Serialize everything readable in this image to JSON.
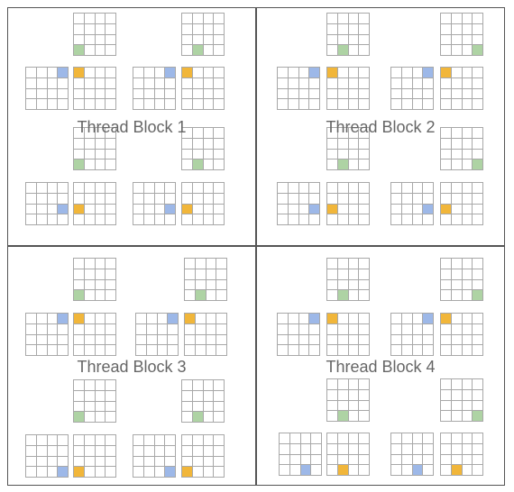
{
  "colors": {
    "green": "#aed3a4",
    "blue": "#9db8e8",
    "orange": "#f1b63a",
    "grid_line": "#a8a8a8",
    "frame": "#555555",
    "label": "#666666"
  },
  "blocks": [
    {
      "label": "Thread Block 1"
    },
    {
      "label": "Thread Block 2"
    },
    {
      "label": "Thread Block 3"
    },
    {
      "label": "Thread Block 4"
    }
  ]
}
